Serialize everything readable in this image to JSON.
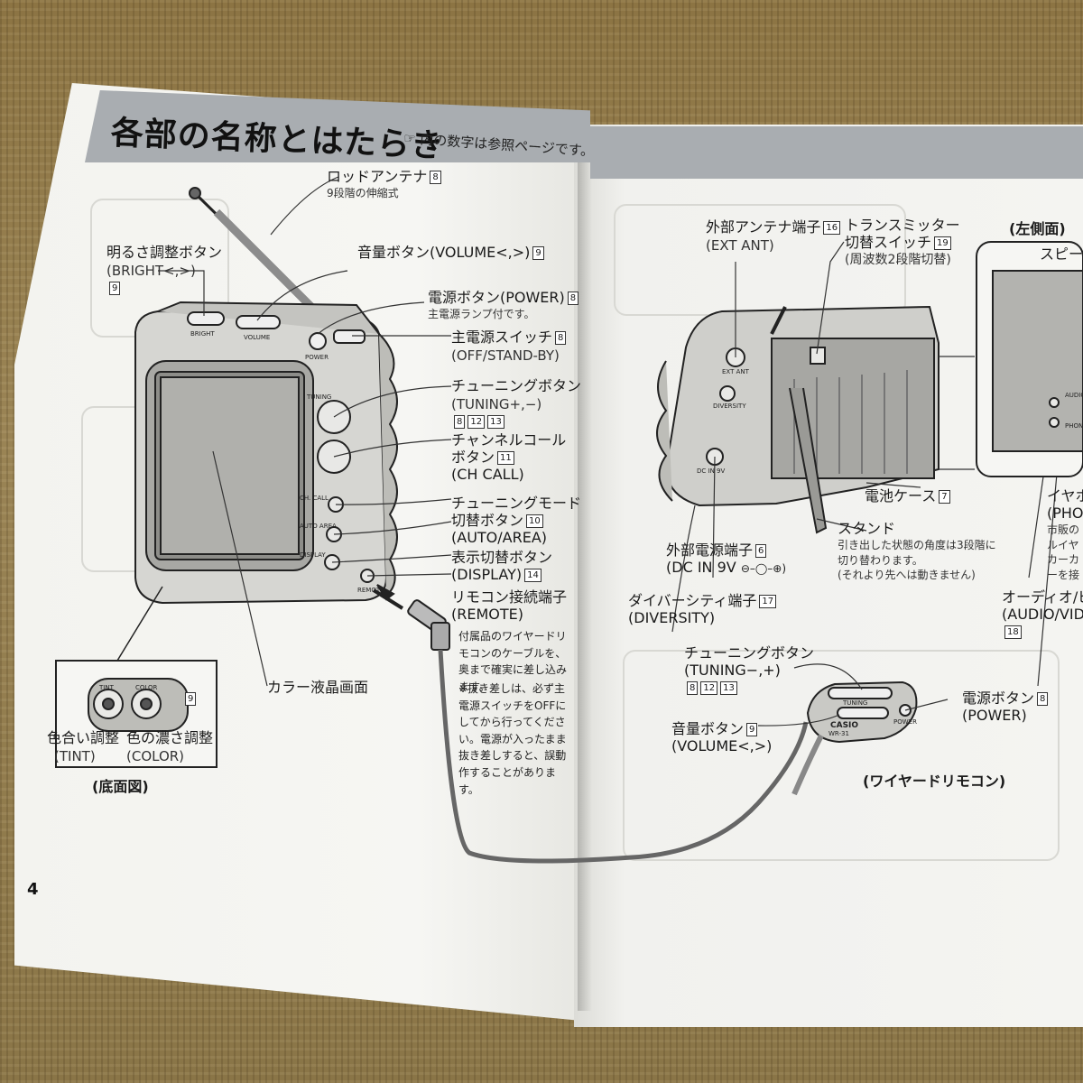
{
  "title": "各部の名称とはたらき",
  "title_note": "内の数字は参照ページです。",
  "page_number": "4",
  "left_labels": {
    "rod_antenna": "ロッドアンテナ",
    "rod_antenna_ref": "8",
    "rod_antenna_note": "9段階の伸縮式",
    "bright": "明るさ調整ボタン",
    "bright_en": "(BRIGHT<,>)",
    "bright_ref": "9",
    "volume": "音量ボタン(VOLUME<,>)",
    "volume_ref": "9",
    "power": "電源ボタン(POWER)",
    "power_ref": "8",
    "power_note": "主電源ランプ付です。",
    "main_switch": "主電源スイッチ",
    "main_switch_ref": "8",
    "main_switch_en": "(OFF/STAND-BY)",
    "tuning": "チューニングボタン",
    "tuning_en": "(TUNING+,−)",
    "tuning_refs": [
      "8",
      "12",
      "13"
    ],
    "ch_call": "チャンネルコール",
    "ch_call_2": "ボタン",
    "ch_call_ref": "11",
    "ch_call_en": "(CH CALL)",
    "tuning_mode": "チューニングモード",
    "tuning_mode_2": "切替ボタン",
    "tuning_mode_ref": "10",
    "tuning_mode_en": "(AUTO/AREA)",
    "display": "表示切替ボタン",
    "display_en": "(DISPLAY)",
    "display_ref": "14",
    "remote": "リモコン接続端子",
    "remote_en": "(REMOTE)",
    "remote_note": "付属品のワイヤードリモコンのケーブルを、奥まで確実に差し込みます。",
    "remote_warn": "※抜き差しは、必ず主電源スイッチをOFFにしてから行ってください。電源が入ったまま抜き差しすると、誤動作することがあります。",
    "lcd": "カラー液晶画面",
    "tint": "色合い調整",
    "tint_en": "(TINT)",
    "color": "色の濃さ調整",
    "color_en": "(COLOR)",
    "bottom_ref": "9",
    "bottom_view": "(底面図)"
  },
  "device_left": {
    "bright": "BRIGHT",
    "volume": "VOLUME",
    "power": "POWER",
    "tuning": "TUNING",
    "ch_call": "CH. CALL",
    "auto_area": "AUTO AREA",
    "display": "DISPLAY",
    "remote": "REMOTE",
    "tint": "TINT",
    "color": "COLOR"
  },
  "right_labels": {
    "ext_ant": "外部アンテナ端子",
    "ext_ant_ref": "16",
    "ext_ant_en": "(EXT ANT)",
    "transmitter": "トランスミッター",
    "transmitter_2": "切替スイッチ",
    "transmitter_ref": "19",
    "transmitter_note": "(周波数2段階切替)",
    "left_side": "(左側面)",
    "speaker": "スピーカ",
    "battery": "電池ケース",
    "battery_ref": "7",
    "stand": "スタンド",
    "stand_note_1": "引き出した状態の角度は3段階に",
    "stand_note_2": "切り替わります。",
    "stand_note_3": "(それより先へは動きません)",
    "dc_in": "外部電源端子",
    "dc_in_ref": "6",
    "dc_in_en": "(DC IN 9V",
    "diversity": "ダイバーシティ端子",
    "diversity_ref": "17",
    "diversity_en": "(DIVERSITY)",
    "earphone": "イヤホ",
    "earphone_en": "(PHO",
    "earphone_note_1": "市販の",
    "earphone_note_2": "ルイヤ",
    "earphone_note_3": "カーカ",
    "earphone_note_4": "ーを接",
    "audio_video": "オーディオ/ビ",
    "audio_video_en": "(AUDIO/VID",
    "audio_video_ref": "18",
    "remote_tuning": "チューニングボタン",
    "remote_tuning_en": "(TUNING−,+)",
    "remote_tuning_refs": [
      "8",
      "12",
      "13"
    ],
    "remote_volume": "音量ボタン",
    "remote_volume_ref": "9",
    "remote_volume_en": "(VOLUME<,>)",
    "remote_power": "電源ボタン",
    "remote_power_ref": "8",
    "remote_power_en": "(POWER)",
    "wired_remote": "(ワイヤードリモコン)"
  },
  "device_right": {
    "ext_ant": "EXT ANT",
    "diversity": "DIVERSITY",
    "dc_in": "DC IN 9V",
    "casio": "CASIO",
    "model": "WR-31",
    "tuning": "TUNING",
    "power": "POWER",
    "audio_video": "AUDIO VIDEO",
    "phones": "PHONES"
  }
}
